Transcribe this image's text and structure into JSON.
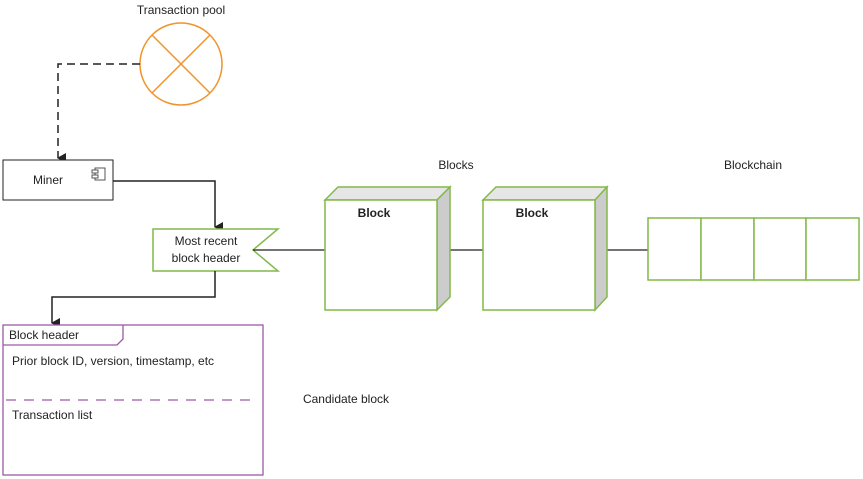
{
  "diagram": {
    "colors": {
      "pool": "#f0932b",
      "green": "#82b94a",
      "purple": "#9c5aa6",
      "line": "#222222",
      "side": "#cccccc",
      "top": "#e6e6e6"
    },
    "transaction_pool": {
      "label": "Transaction pool"
    },
    "miner": {
      "label": "Miner",
      "icon": "component-icon"
    },
    "recent_header": {
      "line1": "Most recent",
      "line2": "block header"
    },
    "blocks": {
      "label": "Blocks",
      "items": [
        {
          "label": "Block"
        },
        {
          "label": "Block"
        }
      ]
    },
    "blockchain": {
      "label": "Blockchain",
      "cells": 4
    },
    "candidate_block": {
      "label": "Candidate block",
      "tab": "Block header",
      "header_text": "Prior block ID, version, timestamp, etc",
      "body_text": "Transaction list"
    }
  }
}
